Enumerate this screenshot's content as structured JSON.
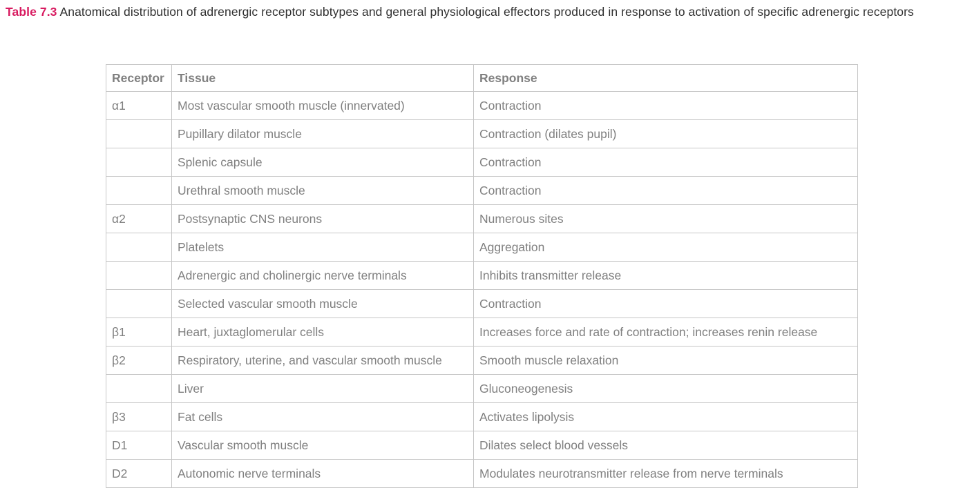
{
  "caption": {
    "label": "Table 7.3",
    "text": " Anatomical distribution of adrenergic receptor subtypes and general physiological effectors produced in response to activation of specific adrenergic receptors",
    "label_color": "#d81b60",
    "text_color": "#2f2f2f"
  },
  "table": {
    "border_color": "#c6c6c6",
    "text_color": "#808080",
    "columns": [
      {
        "key": "receptor",
        "header": "Receptor"
      },
      {
        "key": "tissue",
        "header": "Tissue"
      },
      {
        "key": "response",
        "header": "Response"
      }
    ],
    "rows": [
      {
        "receptor": "α1",
        "tissue": "Most vascular smooth muscle (innervated)",
        "response": "Contraction"
      },
      {
        "receptor": "",
        "tissue": "Pupillary dilator muscle",
        "response": "Contraction (dilates pupil)"
      },
      {
        "receptor": "",
        "tissue": "Splenic capsule",
        "response": "Contraction"
      },
      {
        "receptor": "",
        "tissue": "Urethral smooth muscle",
        "response": "Contraction"
      },
      {
        "receptor": "α2",
        "tissue": "Postsynaptic CNS neurons",
        "response": "Numerous sites"
      },
      {
        "receptor": "",
        "tissue": "Platelets",
        "response": "Aggregation"
      },
      {
        "receptor": "",
        "tissue": "Adrenergic and cholinergic nerve terminals",
        "response": "Inhibits transmitter release"
      },
      {
        "receptor": "",
        "tissue": "Selected vascular smooth muscle",
        "response": "Contraction"
      },
      {
        "receptor": "β1",
        "tissue": "Heart, juxtaglomerular cells",
        "response": "Increases force and rate of contraction; increases renin release"
      },
      {
        "receptor": "β2",
        "tissue": "Respiratory, uterine, and vascular smooth muscle",
        "response": "Smooth muscle relaxation"
      },
      {
        "receptor": "",
        "tissue": "Liver",
        "response": "Gluconeogenesis"
      },
      {
        "receptor": "β3",
        "tissue": "Fat cells",
        "response": "Activates lipolysis"
      },
      {
        "receptor": "D1",
        "tissue": "Vascular smooth muscle",
        "response": "Dilates select blood vessels"
      },
      {
        "receptor": "D2",
        "tissue": "Autonomic nerve terminals",
        "response": "Modulates neurotransmitter release from nerve terminals"
      }
    ]
  }
}
